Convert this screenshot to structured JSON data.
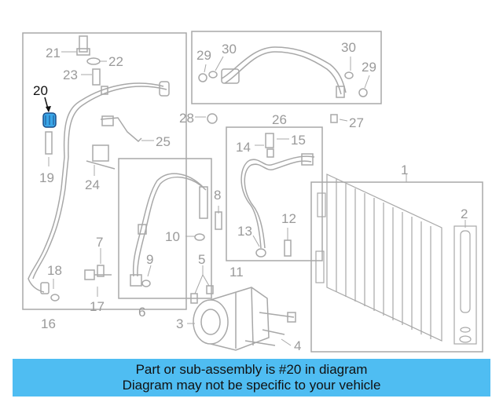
{
  "diagram": {
    "highlight_color": "#3aa6e8",
    "line_color": "#a8a8a8",
    "label_color": "#9a9a9a",
    "callouts": {
      "c1": "1",
      "c2": "2",
      "c3": "3",
      "c4": "4",
      "c5": "5",
      "c6": "6",
      "c7": "7",
      "c8": "8",
      "c9": "9",
      "c10": "10",
      "c11": "11",
      "c12": "12",
      "c13": "13",
      "c14": "14",
      "c15": "15",
      "c16": "16",
      "c17": "17",
      "c18": "18",
      "c19": "19",
      "c20": "20",
      "c21": "21",
      "c22": "22",
      "c23": "23",
      "c24": "24",
      "c25": "25",
      "c26": "26",
      "c27": "27",
      "c28": "28",
      "c29a": "29",
      "c29b": "29",
      "c30a": "30",
      "c30b": "30"
    }
  },
  "caption": {
    "line1": "Part or sub-assembly is #20 in diagram",
    "line2": "Diagram may not be specific to your vehicle",
    "background": "#4fbdf2"
  }
}
